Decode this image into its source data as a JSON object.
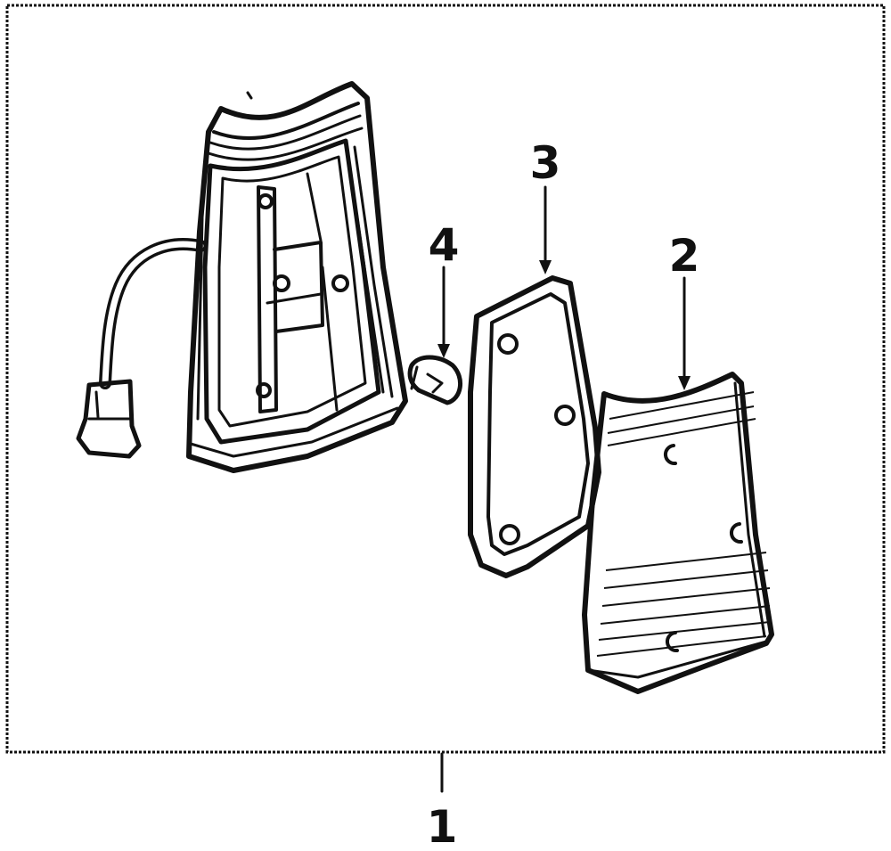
{
  "diagram": {
    "callouts": [
      {
        "id": "1",
        "label": "1"
      },
      {
        "id": "2",
        "label": "2"
      },
      {
        "id": "3",
        "label": "3"
      },
      {
        "id": "4",
        "label": "4"
      }
    ]
  },
  "colors": {
    "ink": "#111111",
    "paper": "#ffffff",
    "lens": "#f4f4f4"
  }
}
